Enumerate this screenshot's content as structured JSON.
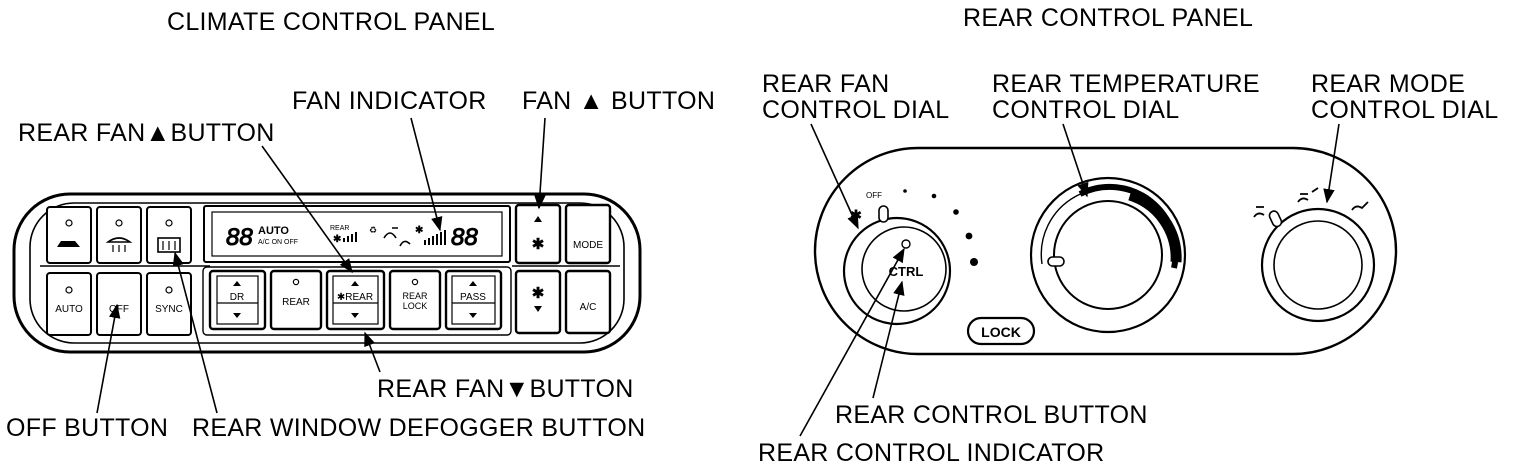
{
  "panels": {
    "climate": {
      "title": "CLIMATE CONTROL PANEL",
      "callouts": {
        "fan_indicator": "FAN INDICATOR",
        "fan_up_button": "FAN ▲ BUTTON",
        "rear_fan_up_button": "REAR FAN▲BUTTON",
        "rear_fan_down_button": "REAR FAN▼BUTTON",
        "off_button": "OFF BUTTON",
        "rear_window_defogger_button": "REAR WINDOW DEFOGGER BUTTON"
      },
      "display": {
        "temp_left": "88",
        "auto": "AUTO",
        "ac_on_off": "A/C ON OFF",
        "rear": "REAR",
        "temp_right": "88"
      },
      "buttons": {
        "auto": "AUTO",
        "off": "OFF",
        "sync": "SYNC",
        "dr": "DR",
        "rear": "REAR",
        "rear_fan": "✱REAR",
        "rear_lock_1": "REAR",
        "rear_lock_2": "LOCK",
        "pass": "PASS",
        "mode": "MODE",
        "ac": "A/C"
      }
    },
    "rear": {
      "title": "REAR CONTROL PANEL",
      "callouts": {
        "rear_fan_dial": "REAR FAN\nCONTROL DIAL",
        "rear_temp_dial": "REAR TEMPERATURE\nCONTROL DIAL",
        "rear_mode_dial": "REAR MODE\nCONTROL DIAL",
        "rear_control_button": "REAR CONTROL BUTTON",
        "rear_control_indicator": "REAR CONTROL INDICATOR"
      },
      "dial": {
        "off": "OFF",
        "ctrl": "CTRL",
        "lock": "LOCK"
      }
    }
  }
}
